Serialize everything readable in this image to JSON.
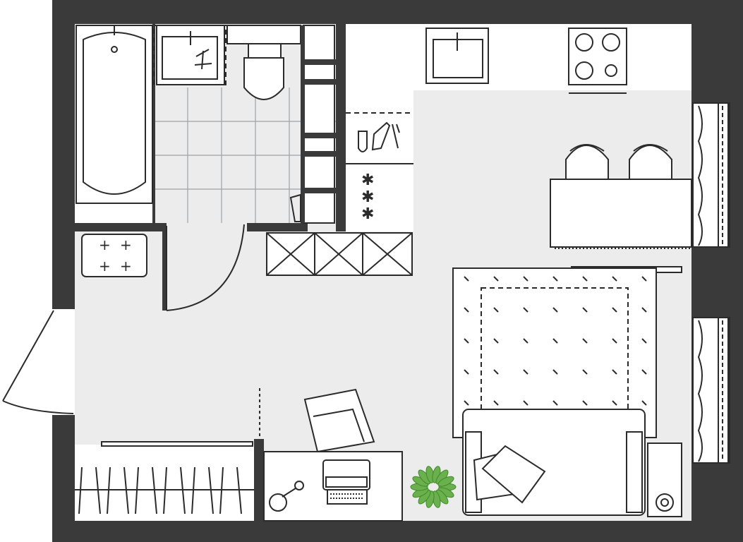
{
  "plan": {
    "colors": {
      "wall": "#3a3a3a",
      "floor": "#ececec",
      "line": "#2b2b2b",
      "tile_grout": "#9aa3a8",
      "plant": "#6ab04c"
    },
    "rooms": [
      "bathroom",
      "hallway",
      "kitchen",
      "living-room",
      "balcony-windows"
    ],
    "fixtures": {
      "bathroom": [
        "bathtub",
        "sink",
        "washing-machine",
        "toilet",
        "tiled-floor"
      ],
      "kitchen": [
        "sink",
        "cooktop",
        "dish-rack",
        "freezer",
        "dining-table",
        "chair",
        "chair",
        "overhead-cabinets"
      ],
      "living": [
        "rug",
        "sofa",
        "pillows",
        "armchair",
        "desk",
        "laptop",
        "lamp",
        "plant",
        "speaker",
        "tv"
      ],
      "hallway": [
        "entry-door",
        "wardrobe",
        "shoe-cabinet",
        "swing-door"
      ]
    }
  }
}
